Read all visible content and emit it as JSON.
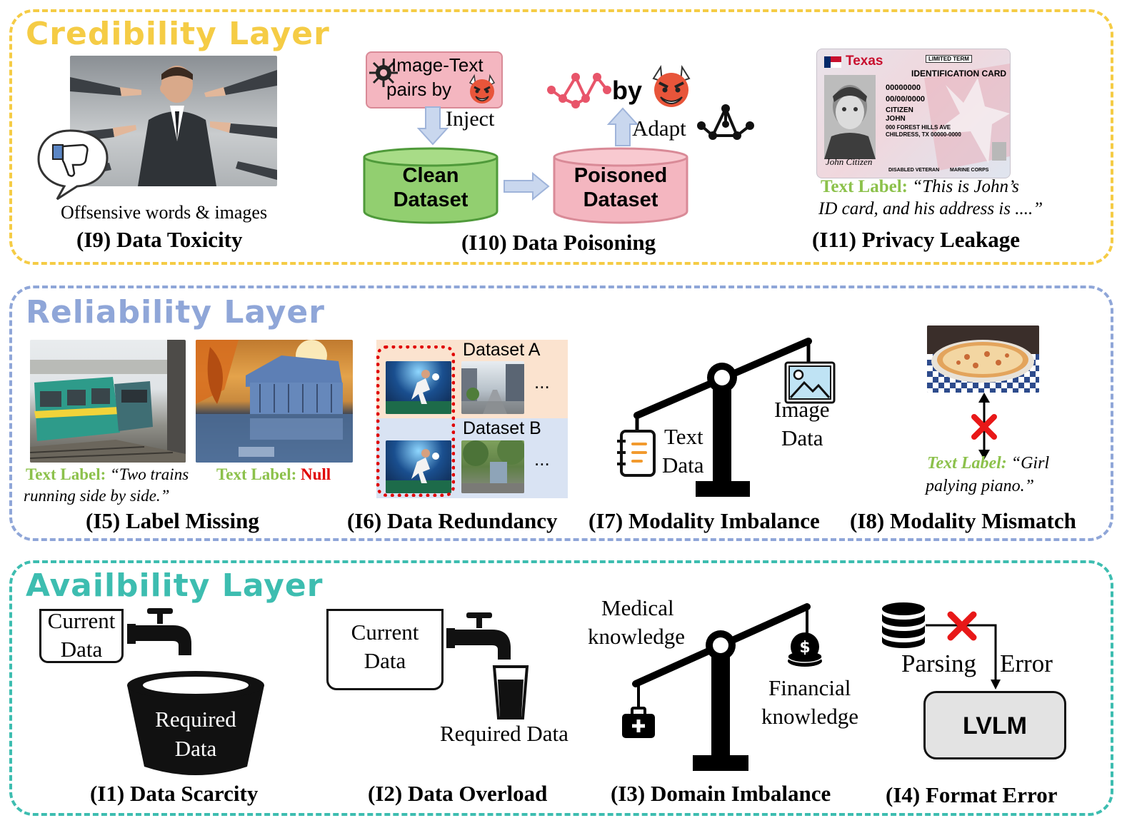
{
  "layers": {
    "credibility": {
      "title": "Credibility Layer",
      "color": "#f5cc45",
      "toxicity": {
        "caption": "Offsensive words & images",
        "label": "(I9) Data Toxicity"
      },
      "poisoning": {
        "pairs_line1": "Image-Text",
        "pairs_line2": "pairs by",
        "inject": "Inject",
        "clean_line1": "Clean",
        "clean_line2": "Dataset",
        "poisoned_line1": "Poisoned",
        "poisoned_line2": "Dataset",
        "by": "by",
        "adapt": "Adapt",
        "label": "(I10) Data Poisoning"
      },
      "privacy": {
        "text_label_prefix": "Text Label:",
        "text_label_line1": "“This is John’s",
        "text_label_line2": "ID card, and his address is ....”",
        "label": "(I11) Privacy Leakage",
        "card": {
          "state": "Texas",
          "term": "LIMITED TERM",
          "title": "IDENTIFICATION CARD",
          "id": "00000000",
          "dob": "00/00/0000",
          "line_citizen": "CITIZEN",
          "line_name": "JOHN",
          "address1": "000 FOREST HILLS AVE",
          "address2": "CHILDRESS, TX 00000-0000",
          "signature": "John Citizen",
          "footer1": "DISABLED VETERAN",
          "footer2": "MARINE CORPS"
        }
      }
    },
    "reliability": {
      "title": "Reliability Layer",
      "color": "#8fa6d8",
      "missing": {
        "text_label_prefix": "Text Label:",
        "text_label_1a": "“Two trains",
        "text_label_1b": "running side by side.”",
        "text_label_prefix_2": "Text Label:",
        "null_value": "Null",
        "label": "(I5) Label Missing"
      },
      "redundancy": {
        "dataset_a": "Dataset A",
        "dataset_b": "Dataset B",
        "ellipsis_a": "...",
        "ellipsis_b": "...",
        "label": "(I6) Data Redundancy"
      },
      "imbalance": {
        "text_line1": "Text",
        "text_line2": "Data",
        "image_line1": "Image",
        "image_line2": "Data",
        "label": "(I7) Modality Imbalance"
      },
      "mismatch": {
        "text_label_prefix": "Text Label:",
        "text_label_1": "“Girl",
        "text_label_2": "palying piano.”",
        "label": "(I8) Modality Mismatch"
      }
    },
    "availability": {
      "title": "Availbility Layer",
      "color": "#3dbdb0",
      "scarcity": {
        "current_line1": "Current",
        "current_line2": "Data",
        "required_line1": "Required",
        "required_line2": "Data",
        "label": "(I1) Data  Scarcity"
      },
      "overload": {
        "current_line1": "Current",
        "current_line2": "Data",
        "required": "Required Data",
        "label": "(I2) Data  Overload"
      },
      "domain": {
        "medical_line1": "Medical",
        "medical_line2": "knowledge",
        "financial_line1": "Financial",
        "financial_line2": "knowledge",
        "label": "(I3) Domain Imbalance"
      },
      "format": {
        "parsing": "Parsing",
        "error": "Error",
        "lvlm": "LVLM",
        "label": "(I4) Format Error"
      }
    }
  }
}
